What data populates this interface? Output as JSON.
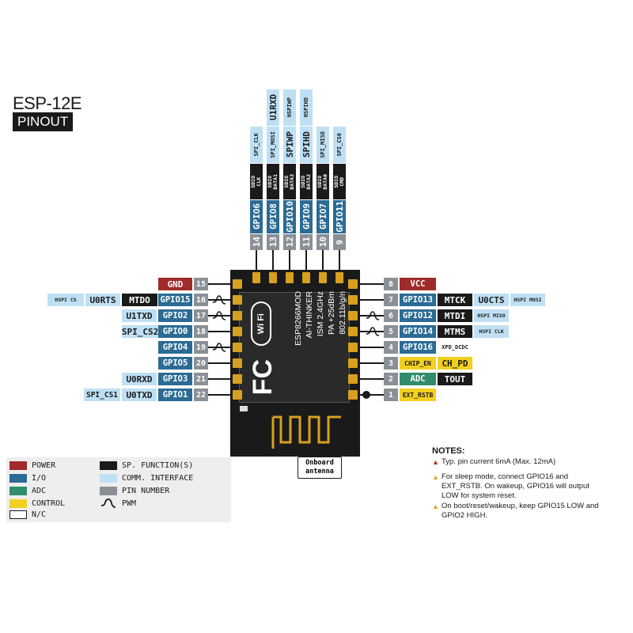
{
  "title": "ESP-12E",
  "subtitle": "PINOUT",
  "module": {
    "brand": "Wi Fi",
    "lines": [
      "ESP8266MOD",
      "AI-THINKER",
      "ISM 2.4GHz",
      "PA +25dBm",
      "802.11b/g/n"
    ],
    "fcc": "FC",
    "antenna_label": [
      "Onboard",
      "antenna"
    ]
  },
  "top_pins": [
    {
      "num": "14",
      "gpio": "GPIO6",
      "sdio": "SDIO\nCLK",
      "spi": "SPI_CLK",
      "hspi": "",
      "alt": ""
    },
    {
      "num": "13",
      "gpio": "GPIO8",
      "sdio": "SDIO\nDATA1",
      "spi": "SPI_MOSI",
      "hspi": "",
      "alt": "U1RXD"
    },
    {
      "num": "12",
      "gpio": "GPIO10",
      "sdio": "SDIO\nDATA3",
      "spi": "SPIWP",
      "hspi": "HSPIWP",
      "alt": ""
    },
    {
      "num": "11",
      "gpio": "GPIO9",
      "sdio": "SDIO\nDATA2",
      "spi": "SPIHD",
      "hspi": "HSPIHD",
      "alt": ""
    },
    {
      "num": "10",
      "gpio": "GPIO7",
      "sdio": "SDIO\nDATA0",
      "spi": "SPI_MISO",
      "hspi": "",
      "alt": ""
    },
    {
      "num": "9",
      "gpio": "GPIO11",
      "sdio": "SDIO\nCMD",
      "spi": "SPI_CS0",
      "hspi": "",
      "alt": ""
    }
  ],
  "left_pins": [
    {
      "num": "15",
      "main": "GND",
      "main_type": "power",
      "func": "",
      "comm": "",
      "comm2": "",
      "pwm": false
    },
    {
      "num": "16",
      "main": "GPIO15",
      "main_type": "io",
      "func": "MTDO",
      "comm": "U0RTS",
      "comm2": "HSPI CS",
      "pwm": true
    },
    {
      "num": "17",
      "main": "GPIO2",
      "main_type": "io",
      "func": "",
      "comm": "U1TXD",
      "comm2": "",
      "pwm": true
    },
    {
      "num": "18",
      "main": "GPIO0",
      "main_type": "io",
      "func": "",
      "comm": "SPI_CS2",
      "comm2": "",
      "pwm": false
    },
    {
      "num": "19",
      "main": "GPIO4",
      "main_type": "io",
      "func": "",
      "comm": "",
      "comm2": "",
      "pwm": true
    },
    {
      "num": "20",
      "main": "GPIO5",
      "main_type": "io",
      "func": "",
      "comm": "",
      "comm2": "",
      "pwm": false
    },
    {
      "num": "21",
      "main": "GPIO3",
      "main_type": "io",
      "func": "",
      "comm": "U0RXD",
      "comm2": "",
      "pwm": false
    },
    {
      "num": "22",
      "main": "GPIO1",
      "main_type": "io",
      "func": "",
      "comm": "U0TXD",
      "comm2": "SPI_CS1",
      "pwm": false
    }
  ],
  "right_pins": [
    {
      "num": "8",
      "main": "VCC",
      "main_type": "power",
      "func": "",
      "comm": "",
      "comm2": "",
      "pwm": false,
      "dot": false
    },
    {
      "num": "7",
      "main": "GPIO13",
      "main_type": "io",
      "func": "MTCK",
      "comm": "U0CTS",
      "comm2": "HSPI MOSI",
      "pwm": false,
      "dot": false
    },
    {
      "num": "6",
      "main": "GPIO12",
      "main_type": "io",
      "func": "MTDI",
      "comm": "",
      "comm2": "HSPI MISO",
      "pwm": true,
      "dot": false
    },
    {
      "num": "5",
      "main": "GPIO14",
      "main_type": "io",
      "func": "MTMS",
      "comm": "",
      "comm2": "HSPI CLK",
      "pwm": true,
      "dot": false
    },
    {
      "num": "4",
      "main": "GPIO16",
      "main_type": "io",
      "func": "XPD_DCDC",
      "comm": "",
      "comm2": "",
      "pwm": false,
      "dot": false
    },
    {
      "num": "3",
      "main": "CHIP_EN",
      "main_type": "control",
      "func": "CH_PD",
      "comm": "",
      "comm2": "",
      "pwm": false,
      "dot": false
    },
    {
      "num": "2",
      "main": "ADC",
      "main_type": "adc",
      "func": "TOUT",
      "comm": "",
      "comm2": "",
      "pwm": false,
      "dot": false
    },
    {
      "num": "1",
      "main": "EXT_RSTB",
      "main_type": "control",
      "func": "",
      "comm": "",
      "comm2": "",
      "pwm": false,
      "dot": true
    }
  ],
  "legend": {
    "items": [
      {
        "label": "POWER",
        "color": "#a12a2a"
      },
      {
        "label": "I/O",
        "color": "#2b6b94"
      },
      {
        "label": "ADC",
        "color": "#2f8c6c"
      },
      {
        "label": "CONTROL",
        "color": "#f2d020"
      },
      {
        "label": "N/C",
        "color": "#ffffff"
      },
      {
        "label": "SP. FUNCTION(S)",
        "color": "#1a1a1a"
      },
      {
        "label": "COMM. INTERFACE",
        "color": "#bfe0f4"
      },
      {
        "label": "PIN NUMBER",
        "color": "#8a9096"
      },
      {
        "label": "PWM",
        "color": ""
      }
    ]
  },
  "notes": {
    "title": "NOTES:",
    "items": [
      {
        "text": "Typ. pin current 6mA (Max. 12mA)",
        "color": "#c0302a"
      },
      {
        "text": "For sleep mode, connect GPIO16 and EXT_RSTB. On wakeup, GPIO16 will output LOW for system reset.",
        "color": "#e8a020"
      },
      {
        "text": "On boot/reset/wakeup, keep GPIO15 LOW and GPIO2 HIGH.",
        "color": "#e8a020"
      }
    ]
  },
  "colors": {
    "power": "#a12a2a",
    "io": "#2b6b94",
    "adc": "#2f8c6c",
    "control": "#f2d020",
    "special": "#1a1a1a",
    "comm": "#bfe0f4",
    "pin": "#8a9096",
    "module": "#1a1a1a",
    "pad": "#d8a020"
  }
}
